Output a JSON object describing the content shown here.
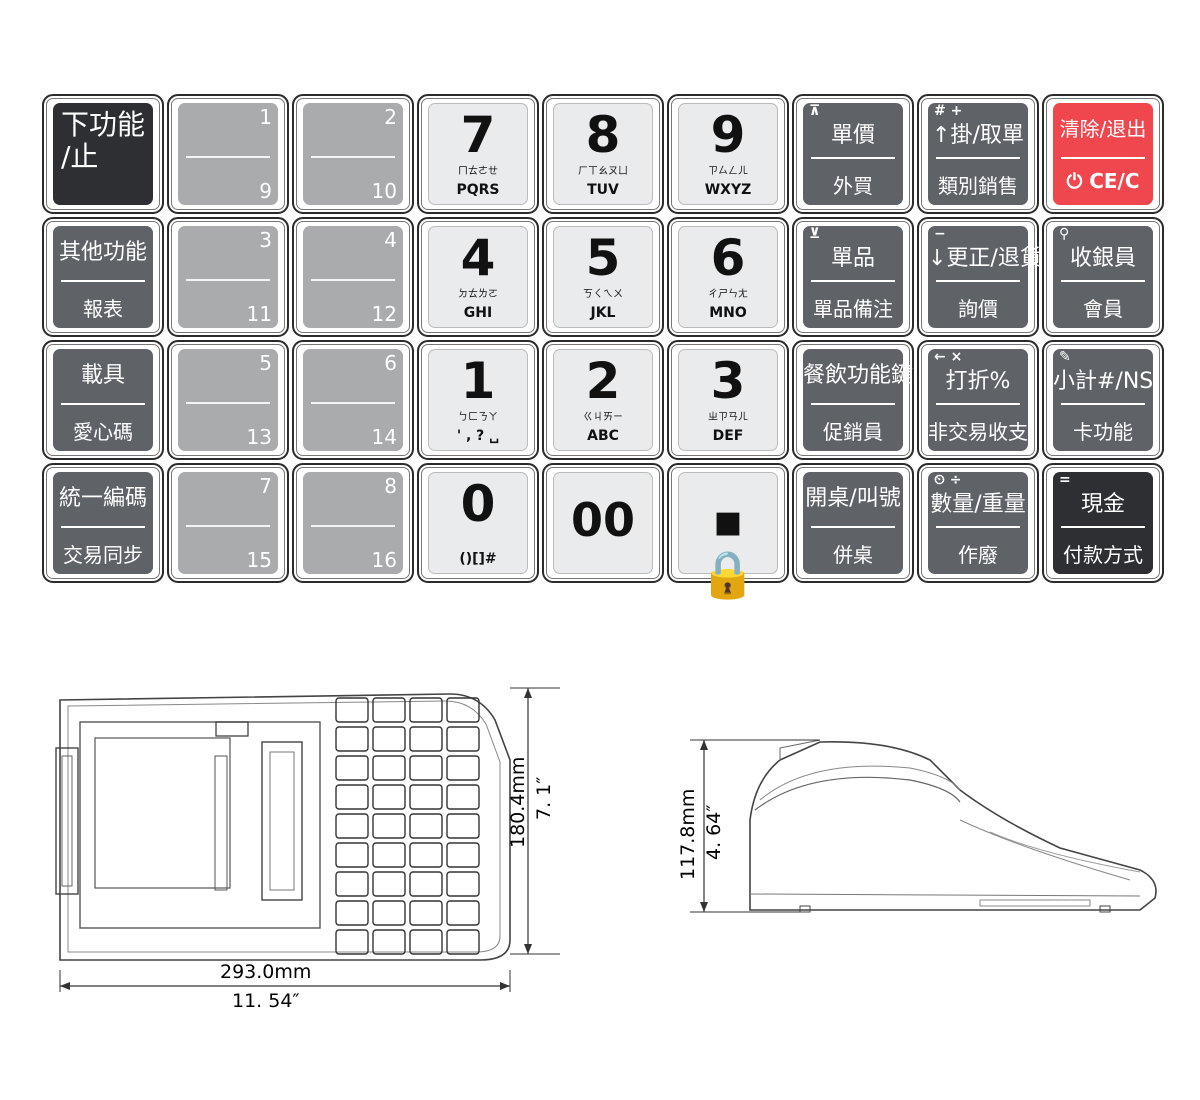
{
  "rows": [
    [
      {
        "type": "dark",
        "tl": "下功能\n/止"
      },
      {
        "type": "light",
        "top": "1",
        "bottom": "9"
      },
      {
        "type": "light",
        "top": "2",
        "bottom": "10"
      },
      {
        "type": "num",
        "big": "7",
        "zh": "ㄇㄊㄜㄝ",
        "en": "PQRS"
      },
      {
        "type": "num",
        "big": "8",
        "zh": "ㄏㄒㄠㄡㄩ",
        "en": "TUV"
      },
      {
        "type": "num",
        "big": "9",
        "zh": "ㄗㄙㄥㄦ",
        "en": "WXYZ"
      },
      {
        "type": "gray",
        "t1": "單價",
        "t2": "外買",
        "corner": "⊼"
      },
      {
        "type": "gray",
        "t1": "↑掛/取單",
        "t2": "類別銷售",
        "corner": "#   +"
      },
      {
        "type": "red",
        "t1": "清除/退出",
        "t2": "⏻ CE/C"
      }
    ],
    [
      {
        "type": "gray",
        "t1": "其他功能",
        "t2": "報表"
      },
      {
        "type": "light",
        "top": "3",
        "bottom": "11"
      },
      {
        "type": "light",
        "top": "4",
        "bottom": "12"
      },
      {
        "type": "num",
        "big": "4",
        "zh": "ㄉㄊㄌㄛ",
        "en": "GHI"
      },
      {
        "type": "num",
        "big": "5",
        "zh": "ㄎㄑㄟㄨ",
        "en": "JKL"
      },
      {
        "type": "num",
        "big": "6",
        "zh": "ㄔㄕㄣㄤ",
        "en": "MNO"
      },
      {
        "type": "gray",
        "t1": "單品",
        "t2": "單品備注",
        "corner": "⊻"
      },
      {
        "type": "gray",
        "t1": "↓更正/退貨",
        "t2": "詢價",
        "corner": "−"
      },
      {
        "type": "gray",
        "t1": "收銀員",
        "t2": "會員",
        "corner": "⚲"
      }
    ],
    [
      {
        "type": "gray",
        "t1": "載具",
        "t2": "愛心碼"
      },
      {
        "type": "light",
        "top": "5",
        "bottom": "13"
      },
      {
        "type": "light",
        "top": "6",
        "bottom": "14"
      },
      {
        "type": "num",
        "big": "1",
        "zh": "ㄅㄈㄋㄚ",
        "en": "' , ? ␣"
      },
      {
        "type": "num",
        "big": "2",
        "zh": "ㄍㄐㄞㄧ",
        "en": "ABC"
      },
      {
        "type": "num",
        "big": "3",
        "zh": "ㄓㄗㄢㄦ",
        "en": "DEF"
      },
      {
        "type": "gray",
        "t1": "餐飲功能鍵",
        "t2": "促銷員"
      },
      {
        "type": "gray",
        "t1": "打折%",
        "t2": "非交易收支",
        "corner": "←   ×"
      },
      {
        "type": "gray",
        "t1": "小計#/NS",
        "t2": "卡功能",
        "corner": "✎"
      }
    ],
    [
      {
        "type": "gray",
        "t1": "統一編碼",
        "t2": "交易同步"
      },
      {
        "type": "light",
        "top": "7",
        "bottom": "15"
      },
      {
        "type": "light",
        "top": "8",
        "bottom": "16"
      },
      {
        "type": "num",
        "big": "0",
        "zh": "",
        "en": "()[]#"
      },
      {
        "type": "num",
        "mid": "00"
      },
      {
        "type": "num",
        "mid": "▪ 🔒"
      },
      {
        "type": "gray",
        "t1": "開桌/叫號",
        "t2": "併桌"
      },
      {
        "type": "gray",
        "t1": "數量/重量",
        "t2": "作廢",
        "corner": "⏲   ÷"
      },
      {
        "type": "dark",
        "t1": "現金",
        "t2": "付款方式",
        "corner": "="
      }
    ]
  ],
  "dims": {
    "width_mm": "293.0mm",
    "width_in": "11. 54″",
    "depth_mm": "180.4mm",
    "depth_in": "7. 1″",
    "height_mm": "117.8mm",
    "height_in": "4. 64″"
  }
}
